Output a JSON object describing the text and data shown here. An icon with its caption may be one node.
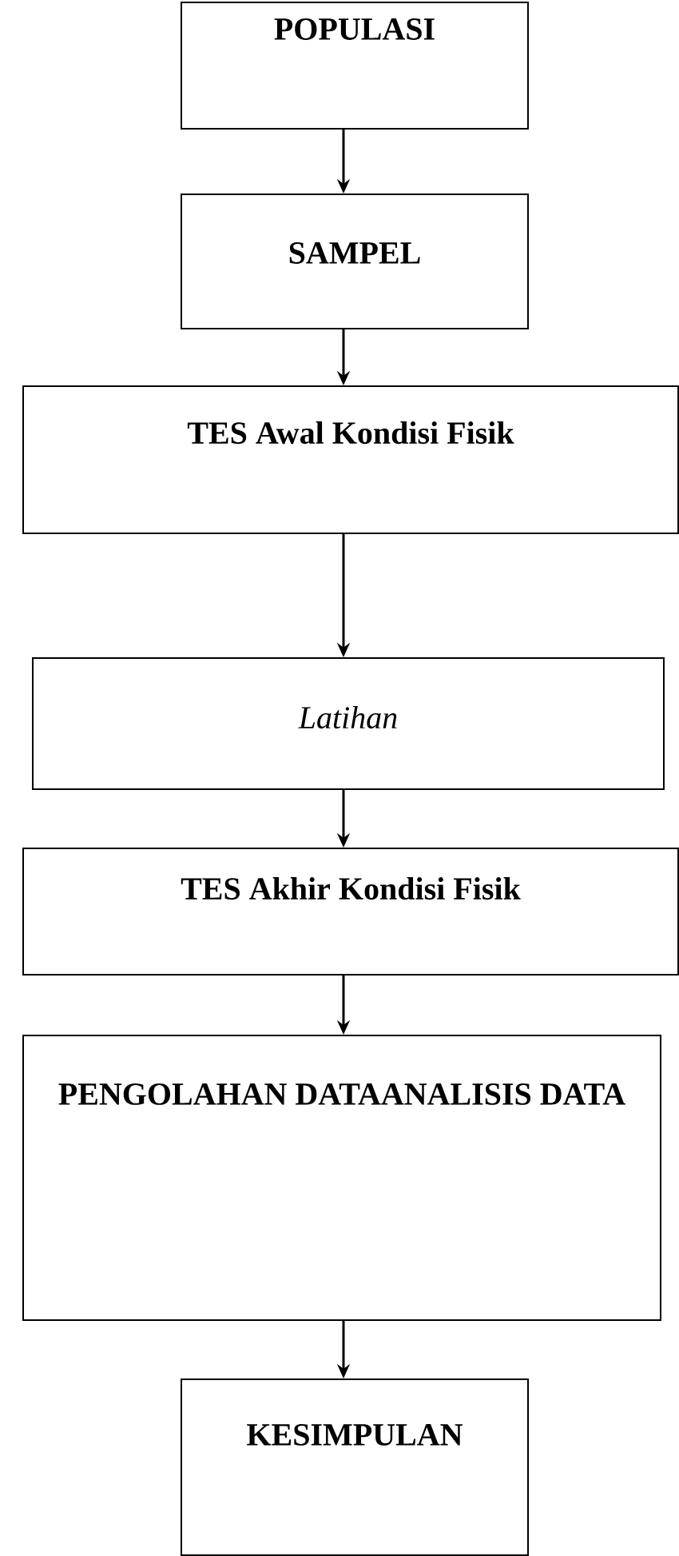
{
  "diagram": {
    "nodes": [
      {
        "text": [
          "POPULASI"
        ]
      },
      {
        "text": [
          "SAMPEL"
        ]
      },
      {
        "text": [
          "TES Awal Kondisi Fisik"
        ]
      },
      {
        "text": [
          "Latihan"
        ]
      },
      {
        "text": [
          "TES Akhir Kondisi Fisik"
        ]
      },
      {
        "text": [
          "PENGOLAHAN DATAANALISIS DATA"
        ]
      },
      {
        "text": [
          "KESIMPULAN"
        ]
      }
    ],
    "edges": [
      {
        "from": 0,
        "to": 1,
        "arrow": "to"
      },
      {
        "from": 1,
        "to": 2,
        "arrow": "to"
      },
      {
        "from": 2,
        "to": 3,
        "arrow": "to"
      },
      {
        "from": 3,
        "to": 4,
        "arrow": "to"
      },
      {
        "from": 4,
        "to": 5,
        "arrow": "to"
      },
      {
        "from": 5,
        "to": 6,
        "arrow": "to"
      }
    ]
  }
}
